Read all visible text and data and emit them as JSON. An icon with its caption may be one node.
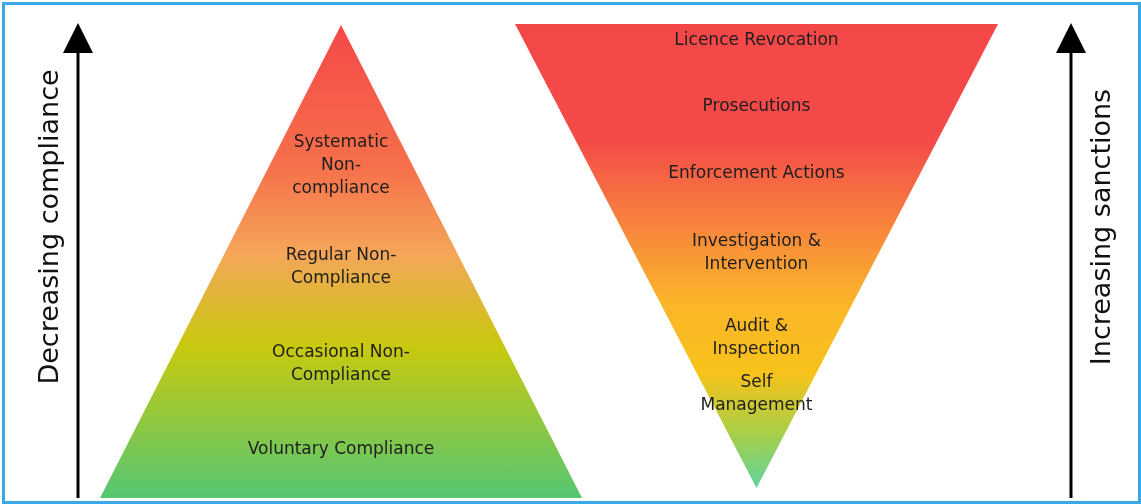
{
  "diagram": {
    "nodes": [
      {
        "text": [
          "Systematic Non-compliance",
          "Regular Non-Compliance",
          "Occasional Non-Compliance",
          "Voluntary Compliance"
        ]
      },
      {
        "text": [
          "Licence Revocation",
          "Prosecutions",
          "Enforcement Actions",
          "Investigation & Intervention",
          "Audit & Inspection",
          "Self Management"
        ]
      }
    ],
    "labels": [
      "Decreasing compliance",
      "Increasing sanctions"
    ]
  }
}
